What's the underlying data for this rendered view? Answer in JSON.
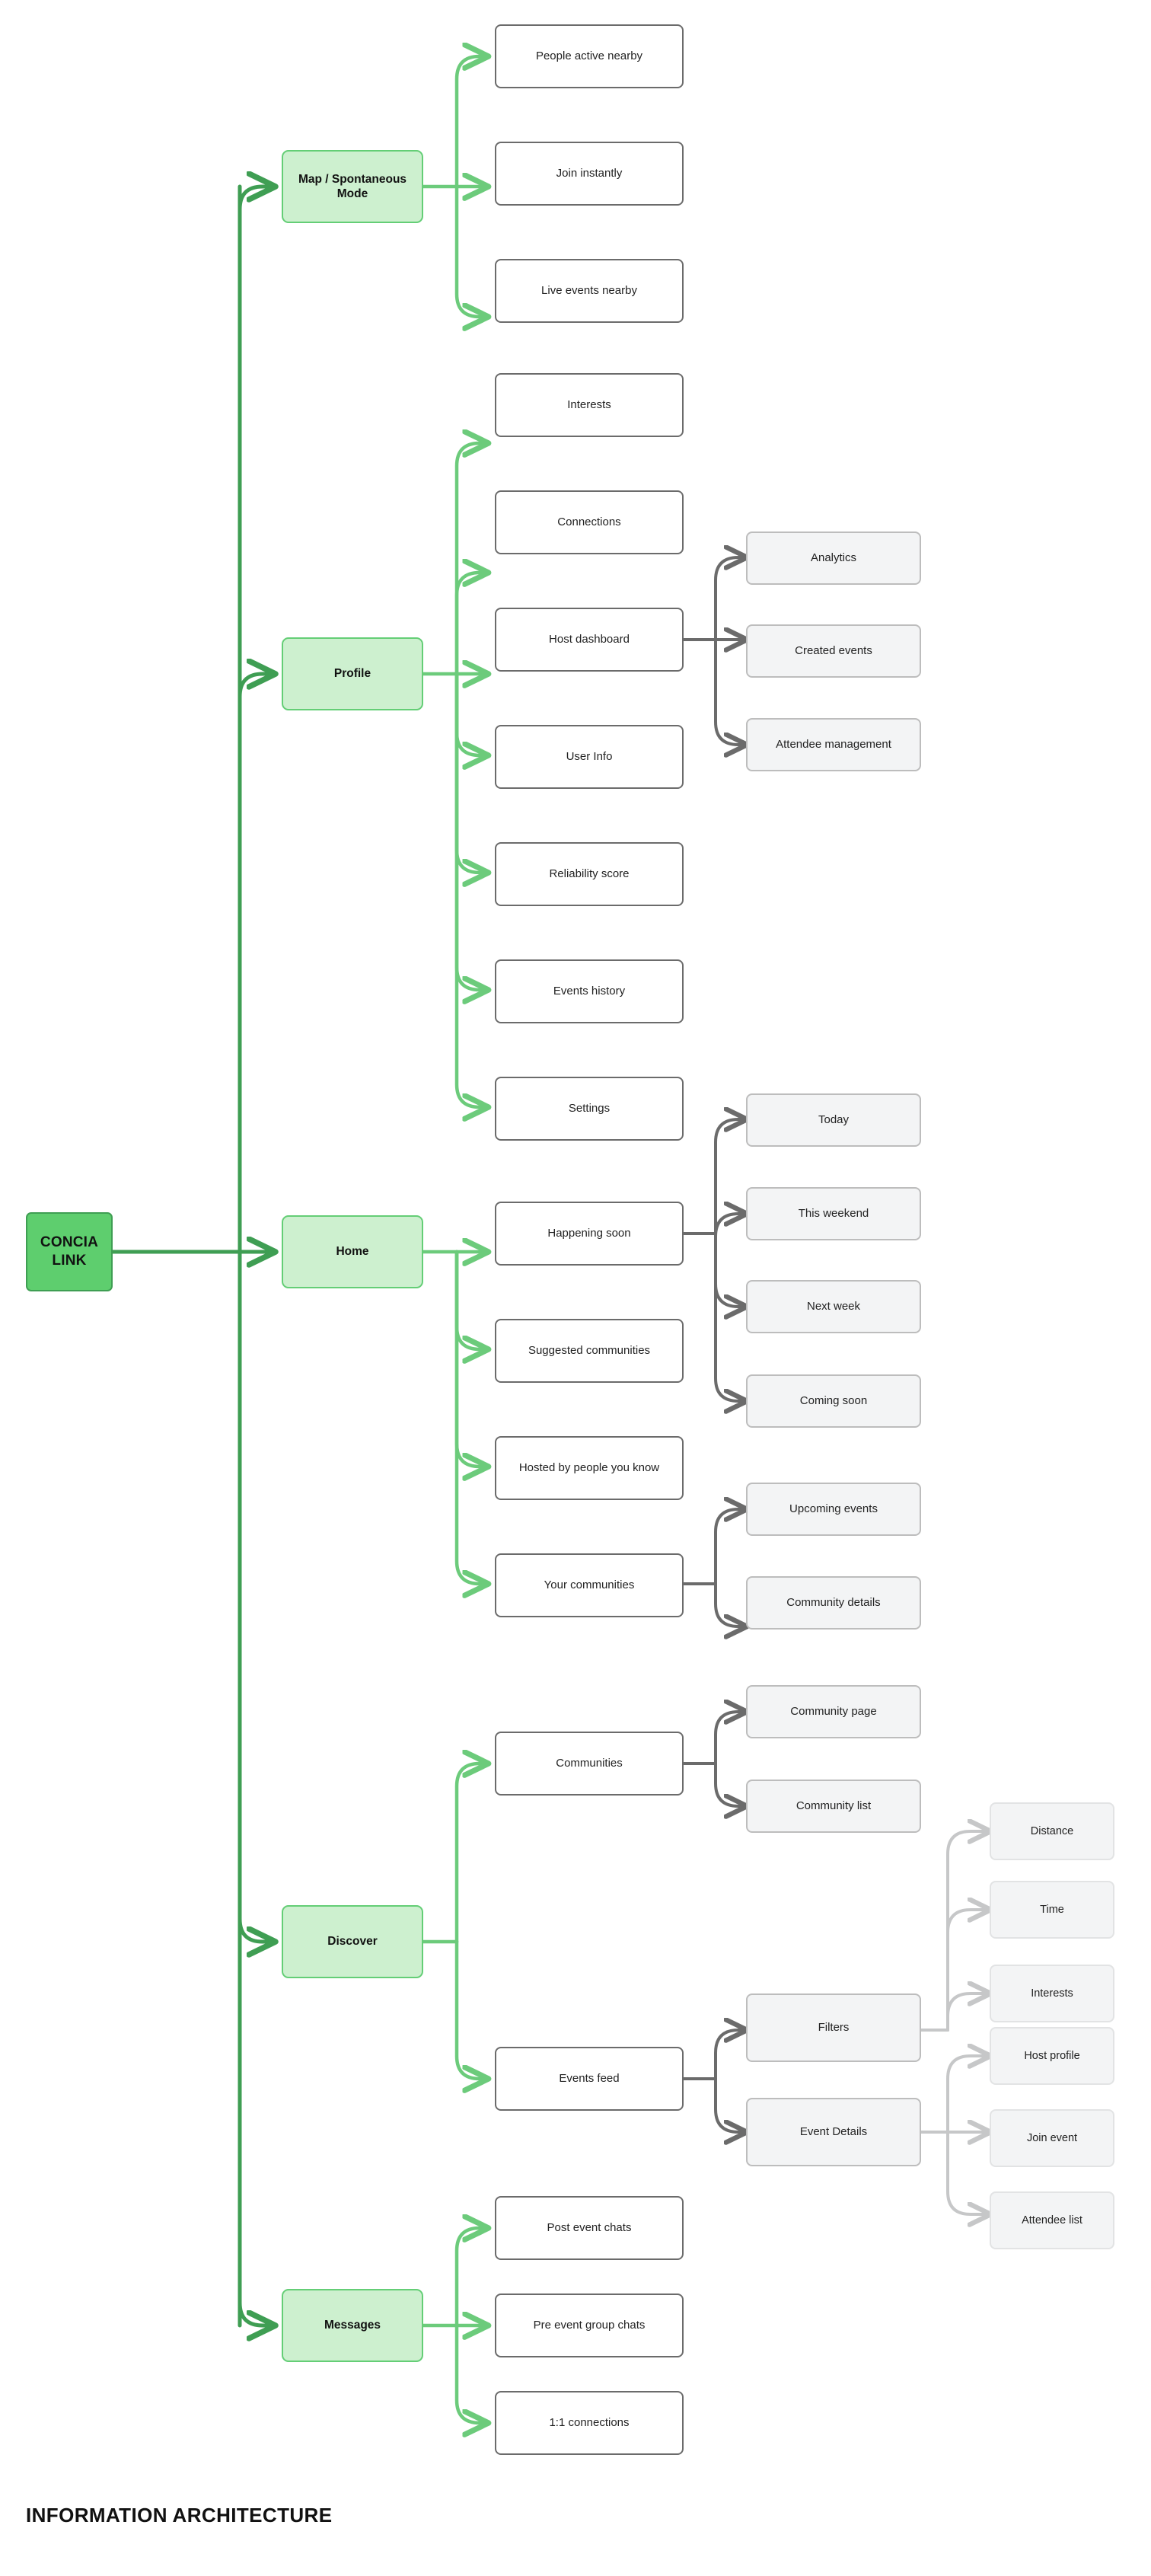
{
  "diagram": {
    "title": "INFORMATION ARCHITECTURE",
    "root": {
      "label": "CONCIA LINK"
    },
    "colors": {
      "root_fill": "#5ece6e",
      "root_border": "#3f9e53",
      "level1_fill": "#cdf0cf",
      "level1_border": "#64ce76",
      "level2_fill": "#ffffff",
      "level2_border": "#6b6b6b",
      "level3_fill": "#f3f4f5",
      "level3_border": "#bdbdbd",
      "level4_fill": "#f3f4f5",
      "level4_border": "#e2e3e4",
      "edge_green_dark": "#3f9e53",
      "edge_green_light": "#6ccb7b",
      "edge_grey_dark": "#6b6b6b",
      "edge_grey_light": "#c6c7c8"
    },
    "nodes": {
      "map_mode": "Map / Spontaneous Mode",
      "people_active_nearby": "People active nearby",
      "join_instantly": "Join instantly",
      "live_events_nearby": "Live events nearby",
      "profile": "Profile",
      "interests": "Interests",
      "connections": "Connections",
      "host_dashboard": "Host dashboard",
      "analytics": "Analytics",
      "created_events": "Created events",
      "attendee_management": "Attendee management",
      "user_info": "User Info",
      "reliability_score": "Reliability score",
      "events_history": "Events history",
      "settings": "Settings",
      "home": "Home",
      "happening_soon": "Happening soon",
      "today": "Today",
      "this_weekend": "This weekend",
      "next_week": "Next week",
      "coming_soon": "Coming soon",
      "suggested_communities": "Suggested communities",
      "hosted_by_people_you_know": "Hosted by people you know",
      "your_communities": "Your communities",
      "upcoming_events": "Upcoming events",
      "community_details": "Community details",
      "discover": "Discover",
      "communities": "Communities",
      "community_page": "Community page",
      "community_list": "Community list",
      "events_feed": "Events feed",
      "filters": "Filters",
      "distance": "Distance",
      "time": "Time",
      "filter_interests": "Interests",
      "event_details": "Event Details",
      "host_profile": "Host profile",
      "join_event": "Join event",
      "attendee_list": "Attendee list",
      "messages": "Messages",
      "post_event_chats": "Post event chats",
      "pre_event_group_chats": "Pre event group chats",
      "one_to_one_connections": "1:1 connections"
    },
    "tree": [
      {
        "label": "Map / Spontaneous Mode",
        "children": [
          "People active nearby",
          "Join instantly",
          "Live events nearby"
        ]
      },
      {
        "label": "Profile",
        "children": [
          "Interests",
          "Connections",
          {
            "label": "Host dashboard",
            "children": [
              "Analytics",
              "Created events",
              "Attendee management"
            ]
          },
          "User Info",
          "Reliability score",
          "Events history",
          "Settings"
        ]
      },
      {
        "label": "Home",
        "children": [
          {
            "label": "Happening soon",
            "children": [
              "Today",
              "This weekend",
              "Next week",
              "Coming soon"
            ]
          },
          "Suggested communities",
          "Hosted by people you know",
          {
            "label": "Your communities",
            "children": [
              "Upcoming events",
              "Community details"
            ]
          }
        ]
      },
      {
        "label": "Discover",
        "children": [
          {
            "label": "Communities",
            "children": [
              "Community page",
              "Community list"
            ]
          },
          {
            "label": "Events feed",
            "children": [
              {
                "label": "Filters",
                "children": [
                  "Distance",
                  "Time",
                  "Interests"
                ]
              },
              {
                "label": "Event Details",
                "children": [
                  "Host profile",
                  "Join event",
                  "Attendee list"
                ]
              }
            ]
          }
        ]
      },
      {
        "label": "Messages",
        "children": [
          "Post event chats",
          "Pre event group chats",
          "1:1 connections"
        ]
      }
    ]
  }
}
